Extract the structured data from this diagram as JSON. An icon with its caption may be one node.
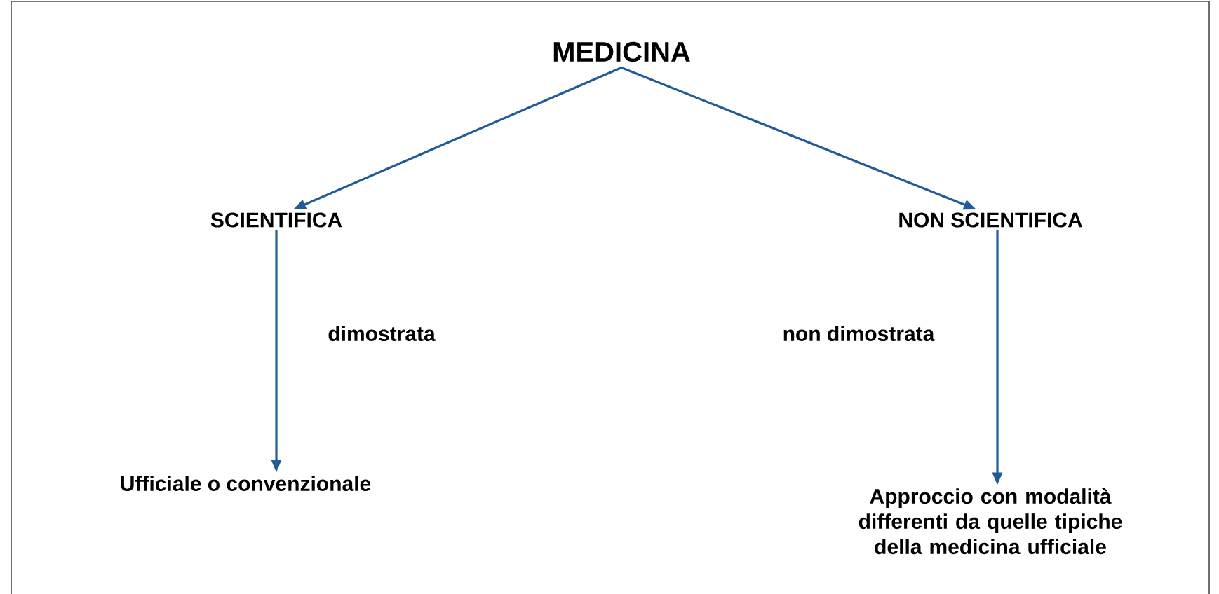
{
  "diagram": {
    "nodes": [
      {
        "text": [
          "MEDICINA"
        ]
      },
      {
        "text": [
          "SCIENTIFICA"
        ]
      },
      {
        "text": [
          "NON SCIENTIFICA"
        ]
      },
      {
        "text": [
          "Ufficiale o convenzionale"
        ]
      },
      {
        "text": [
          "Approccio con modalità differenti da quelle tipiche della medicina ufficiale"
        ]
      }
    ],
    "edges": [
      {
        "from": 0,
        "to": 1,
        "arrow": "to"
      },
      {
        "from": 0,
        "to": 2,
        "arrow": "to"
      },
      {
        "from": 1,
        "to": 3,
        "arrow": "to",
        "label": "dimostrata"
      },
      {
        "from": 2,
        "to": 4,
        "arrow": "to",
        "label": "non dimostrata"
      }
    ]
  }
}
